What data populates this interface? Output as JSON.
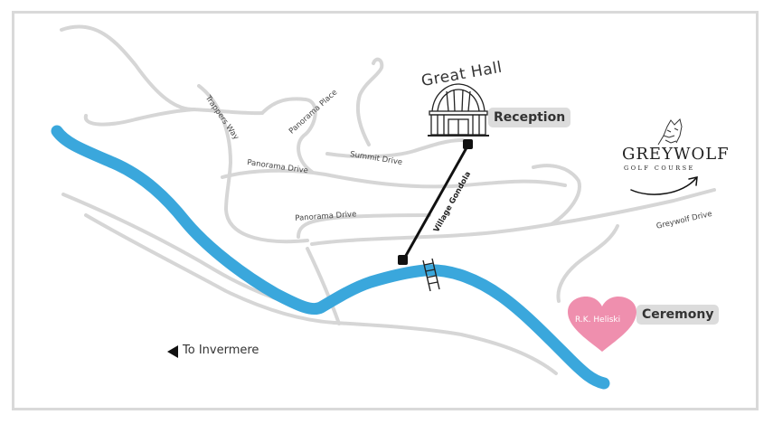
{
  "map": {
    "colors": {
      "river": "#3aa7dc",
      "road": "#d6d6d6",
      "gondola": "#111111",
      "heart": "#ef8fae",
      "badge_bg": "#dcdcdc",
      "frame": "#d9d9d9"
    },
    "landmarks": {
      "great_hall": {
        "title": "Great Hall",
        "badge": "Reception",
        "icon": "building-icon"
      },
      "heliski": {
        "name": "R.K. Heliski",
        "badge": "Ceremony",
        "icon": "heart-icon"
      },
      "greywolf": {
        "name": "GREYWOLF",
        "subtitle": "GOLF COURSE",
        "icon": "wolf-icon"
      }
    },
    "roads": {
      "trappers_way": "Trappers Way",
      "panorama_place": "Panorama Place",
      "summit_drive": "Summit Drive",
      "panorama_drive_upper": "Panorama Drive",
      "panorama_drive_lower": "Panorama Drive",
      "greywolf_drive": "Greywolf Drive"
    },
    "gondola": {
      "label": "Village Gondola"
    },
    "directions": {
      "to_invermere": "To Invermere",
      "arrow_icon": "triangle-left-icon"
    }
  }
}
